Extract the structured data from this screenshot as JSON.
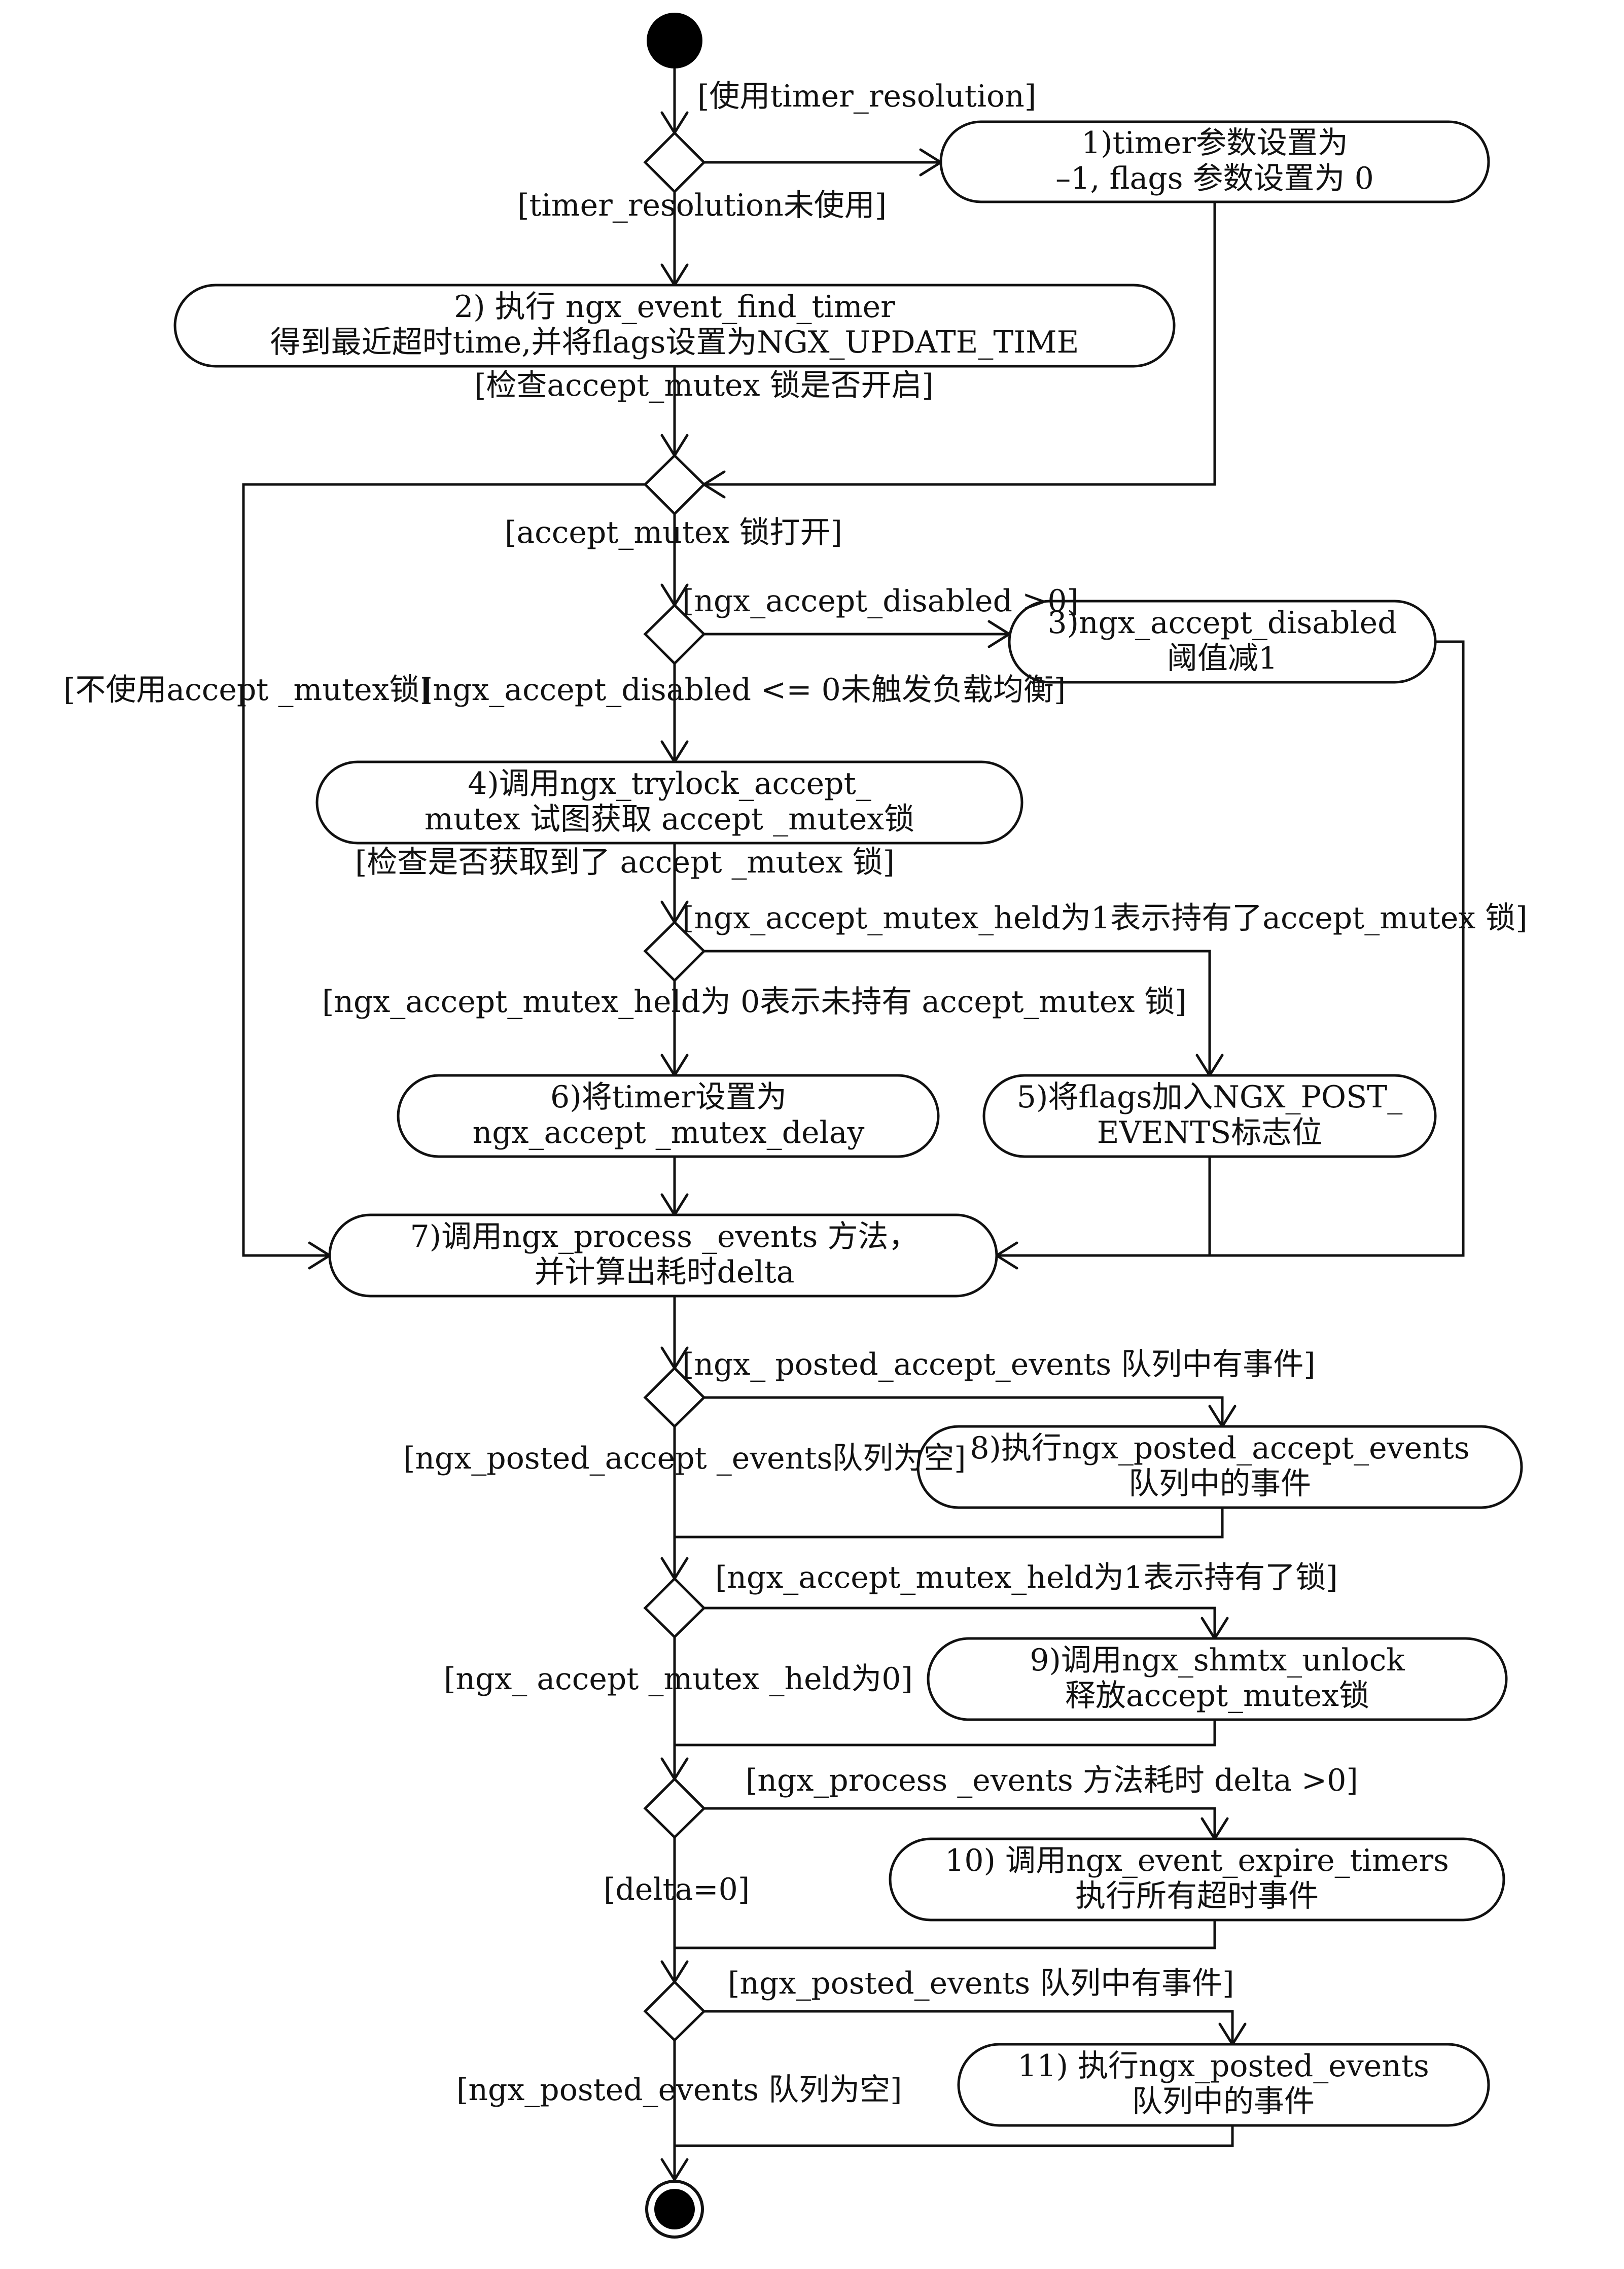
{
  "nodes": [
    {
      "id": "n1",
      "lines": [
        "1)timer参数设置为",
        "–1, flags 参数设置为 0"
      ]
    },
    {
      "id": "n2",
      "lines": [
        "2) 执行 ngx_event_find_timer",
        "得到最近超时time,并将flags设置为NGX_UPDATE_TIME"
      ]
    },
    {
      "id": "n3",
      "lines": [
        "3)ngx_accept_disabled",
        "阈值减1"
      ]
    },
    {
      "id": "n4",
      "lines": [
        "4)调用ngx_trylock_accept_",
        "mutex 试图获取 accept _mutex锁"
      ]
    },
    {
      "id": "n5",
      "lines": [
        "5)将flags加入NGX_POST_",
        "EVENTS标志位"
      ]
    },
    {
      "id": "n6",
      "lines": [
        "6)将timer设置为",
        "ngx_accept _mutex_delay"
      ]
    },
    {
      "id": "n7",
      "lines": [
        "7)调用ngx_process _events 方法，",
        "并计算出耗时delta"
      ]
    },
    {
      "id": "n8",
      "lines": [
        "8)执行ngx_posted_accept_events",
        "队列中的事件"
      ]
    },
    {
      "id": "n9",
      "lines": [
        "9)调用ngx_shmtx_unlock",
        "释放accept_mutex锁"
      ]
    },
    {
      "id": "n10",
      "lines": [
        "10) 调用ngx_event_expire_timers",
        "执行所有超时事件"
      ]
    },
    {
      "id": "n11",
      "lines": [
        "11) 执行ngx_posted_events",
        "队列中的事件"
      ]
    }
  ],
  "guards": {
    "g_use_timer_resolution": "[使用timer_resolution]",
    "g_timer_resolution_unused": "[timer_resolution未使用]",
    "g_check_accept_mutex": "[检查accept_mutex 锁是否开启]",
    "g_accept_mutex_on": "[accept_mutex 锁打开]",
    "g_no_accept_mutex": "[不使用accept _mutex锁]",
    "g_disabled_gt0": "[ngx_accept_disabled >0]",
    "g_disabled_le0": "[ngx_accept_disabled <= 0未触发负载均衡]",
    "g_check_got_mutex": "[检查是否获取到了 accept _mutex 锁]",
    "g_held1": "[ngx_accept_mutex_held为1表示持有了accept_mutex 锁]",
    "g_held0": "[ngx_accept_mutex_held为 0表示未持有 accept_mutex 锁]",
    "g_accept_queue_has": "[ngx_ posted_accept_events 队列中有事件]",
    "g_accept_queue_empty": "[ngx_posted_accept _events队列为空]",
    "g_held1_lock": "[ngx_accept_mutex_held为1表示持有了锁]",
    "g_held0_short": "[ngx_ accept _mutex _held为0]",
    "g_delta_gt0": "[ngx_process _events 方法耗时 delta >0]",
    "g_delta_eq0": "[delta=0]",
    "g_posted_has": "[ngx_posted_events 队列中有事件]",
    "g_posted_empty": "[ngx_posted_events 队列为空]"
  }
}
